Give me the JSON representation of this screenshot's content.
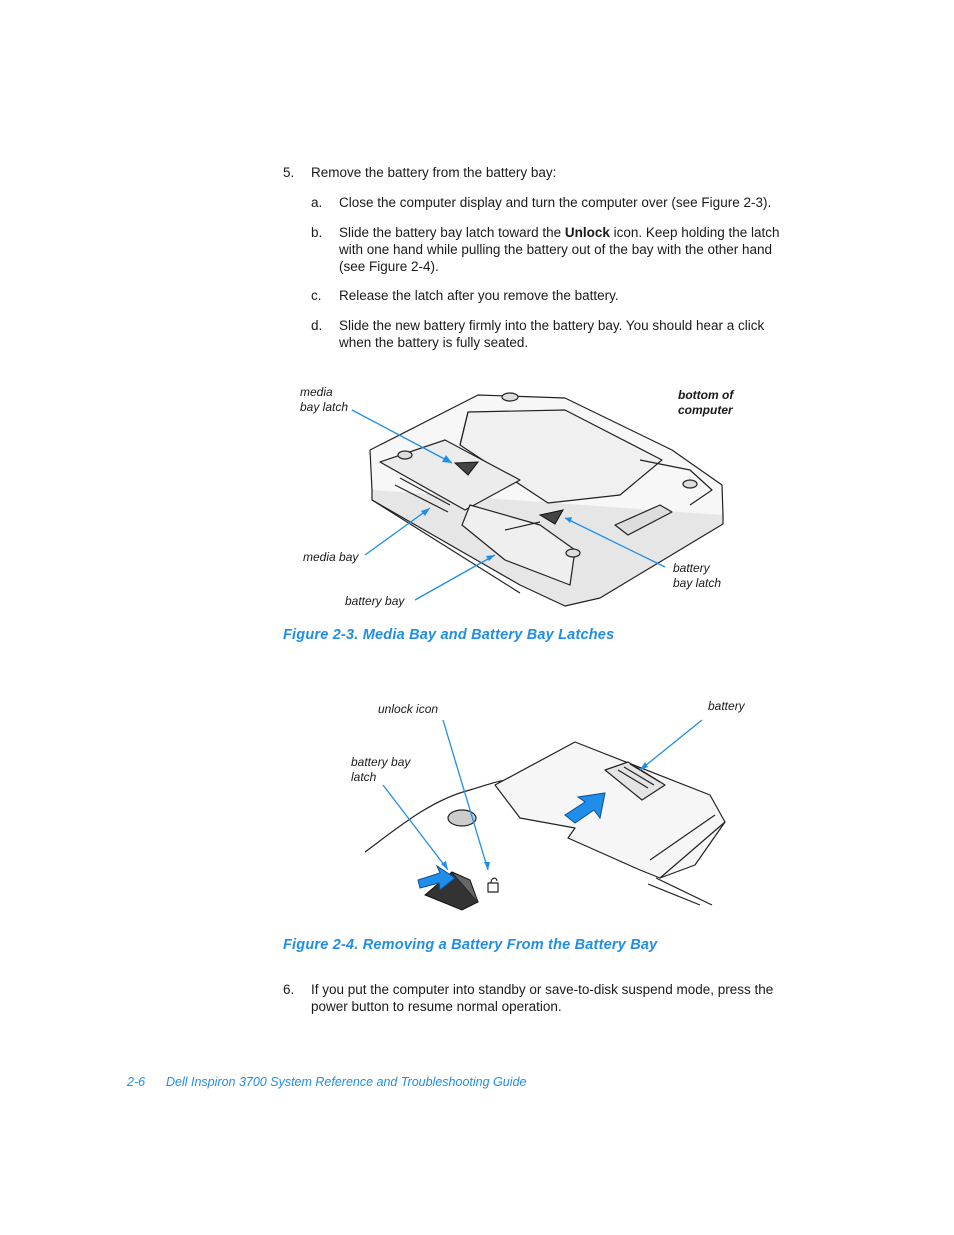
{
  "steps": {
    "step5": {
      "number": "5.",
      "text": "Remove the battery from the battery bay:"
    },
    "a": {
      "letter": "a.",
      "text": "Close the computer display and turn the computer over (see Figure 2-3)."
    },
    "b": {
      "letter": "b.",
      "pre": "Slide the battery bay latch toward the ",
      "bold": "Unlock",
      "post_line1": " icon. Keep holding the latch",
      "line2": "with one hand while pulling the battery out of the bay with the other hand",
      "line3": "(see Figure 2-4)."
    },
    "c": {
      "letter": "c.",
      "text": "Release the latch after you remove the battery."
    },
    "d": {
      "letter": "d.",
      "line1": "Slide the new battery firmly into the battery bay. You should hear a click",
      "line2": "when the battery is fully seated."
    },
    "step6": {
      "number": "6.",
      "line1": "If you put the computer into standby or save-to-disk suspend mode, press the",
      "line2": "power button to resume normal operation."
    }
  },
  "figure3": {
    "caption": "Figure 2-3.  Media Bay and Battery Bay Latches",
    "labels": {
      "media_bay_latch_1": "media",
      "media_bay_latch_2": "bay latch",
      "bottom_1": "bottom of",
      "bottom_2": "computer",
      "media_bay": "media bay",
      "battery_bay_latch_1": "battery",
      "battery_bay_latch_2": "bay latch",
      "battery_bay": "battery bay"
    }
  },
  "figure4": {
    "caption": "Figure 2-4.  Removing a Battery From the Battery Bay",
    "labels": {
      "unlock_icon": "unlock icon",
      "battery": "battery",
      "battery_bay_latch_1": "battery bay",
      "battery_bay_latch_2": "latch"
    }
  },
  "footer": {
    "page": "2-6",
    "title": "Dell Inspiron 3700 System Reference and Troubleshooting Guide"
  },
  "colors": {
    "accent": "#1f8ee8",
    "text": "#1a1a1a"
  }
}
